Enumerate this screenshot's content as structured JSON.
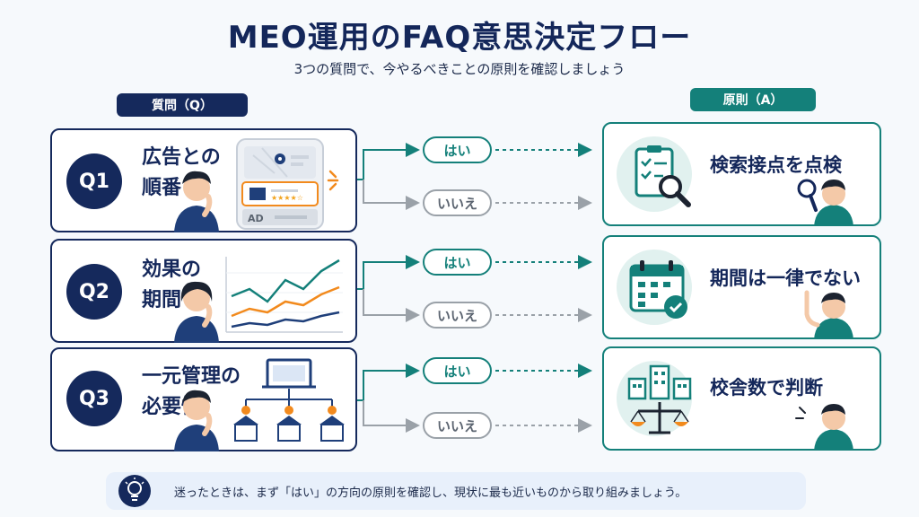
{
  "title": "MEO運用のFAQ意思決定フロー",
  "subtitle": "3つの質問で、今やるべきことの原則を確認しましょう",
  "headers": {
    "questions": "質問（Q）",
    "principles": "原則（A）"
  },
  "rows": [
    {
      "badge": "Q1",
      "question": "広告との\n順番",
      "yes": "はい",
      "no": "いいえ",
      "principle": "検索接点を点検",
      "ad_label": "AD",
      "principle_icon": "checklist-magnifier-icon"
    },
    {
      "badge": "Q2",
      "question": "効果の\n期間",
      "yes": "はい",
      "no": "いいえ",
      "principle": "期間は一律でない",
      "principle_icon": "calendar-check-icon"
    },
    {
      "badge": "Q3",
      "question": "一元管理の\n必要性",
      "yes": "はい",
      "no": "いいえ",
      "principle": "校舎数で判断",
      "principle_icon": "buildings-scale-icon"
    }
  ],
  "tip": "迷ったときは、まず「はい」の方向の原則を確認し、現状に最も近いものから取り組みましょう。",
  "colors": {
    "navy": "#15295c",
    "teal": "#14807a",
    "gray": "#9aa1a8",
    "orange": "#f28a1d"
  }
}
